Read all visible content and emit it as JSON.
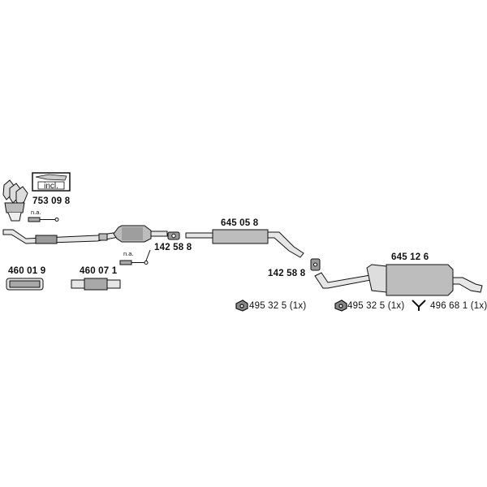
{
  "parts": {
    "manifold_kit": {
      "number": "753 09 8",
      "badge": "incl."
    },
    "front_na": "n.a.",
    "cat_na": "n.a.",
    "flex_pipe_1": "460 01 9",
    "flex_pipe_2": "460 07 1",
    "clamp_front": "142 58 8",
    "middle_silencer": "645 05 8",
    "clamp_rear": "142 58 8",
    "rear_silencer": "645 12 6",
    "hanger_1": "495 32 5 (1x)",
    "hanger_2": "495 32 5 (1x)",
    "hanger_3": "496 68 1 (1x)"
  }
}
